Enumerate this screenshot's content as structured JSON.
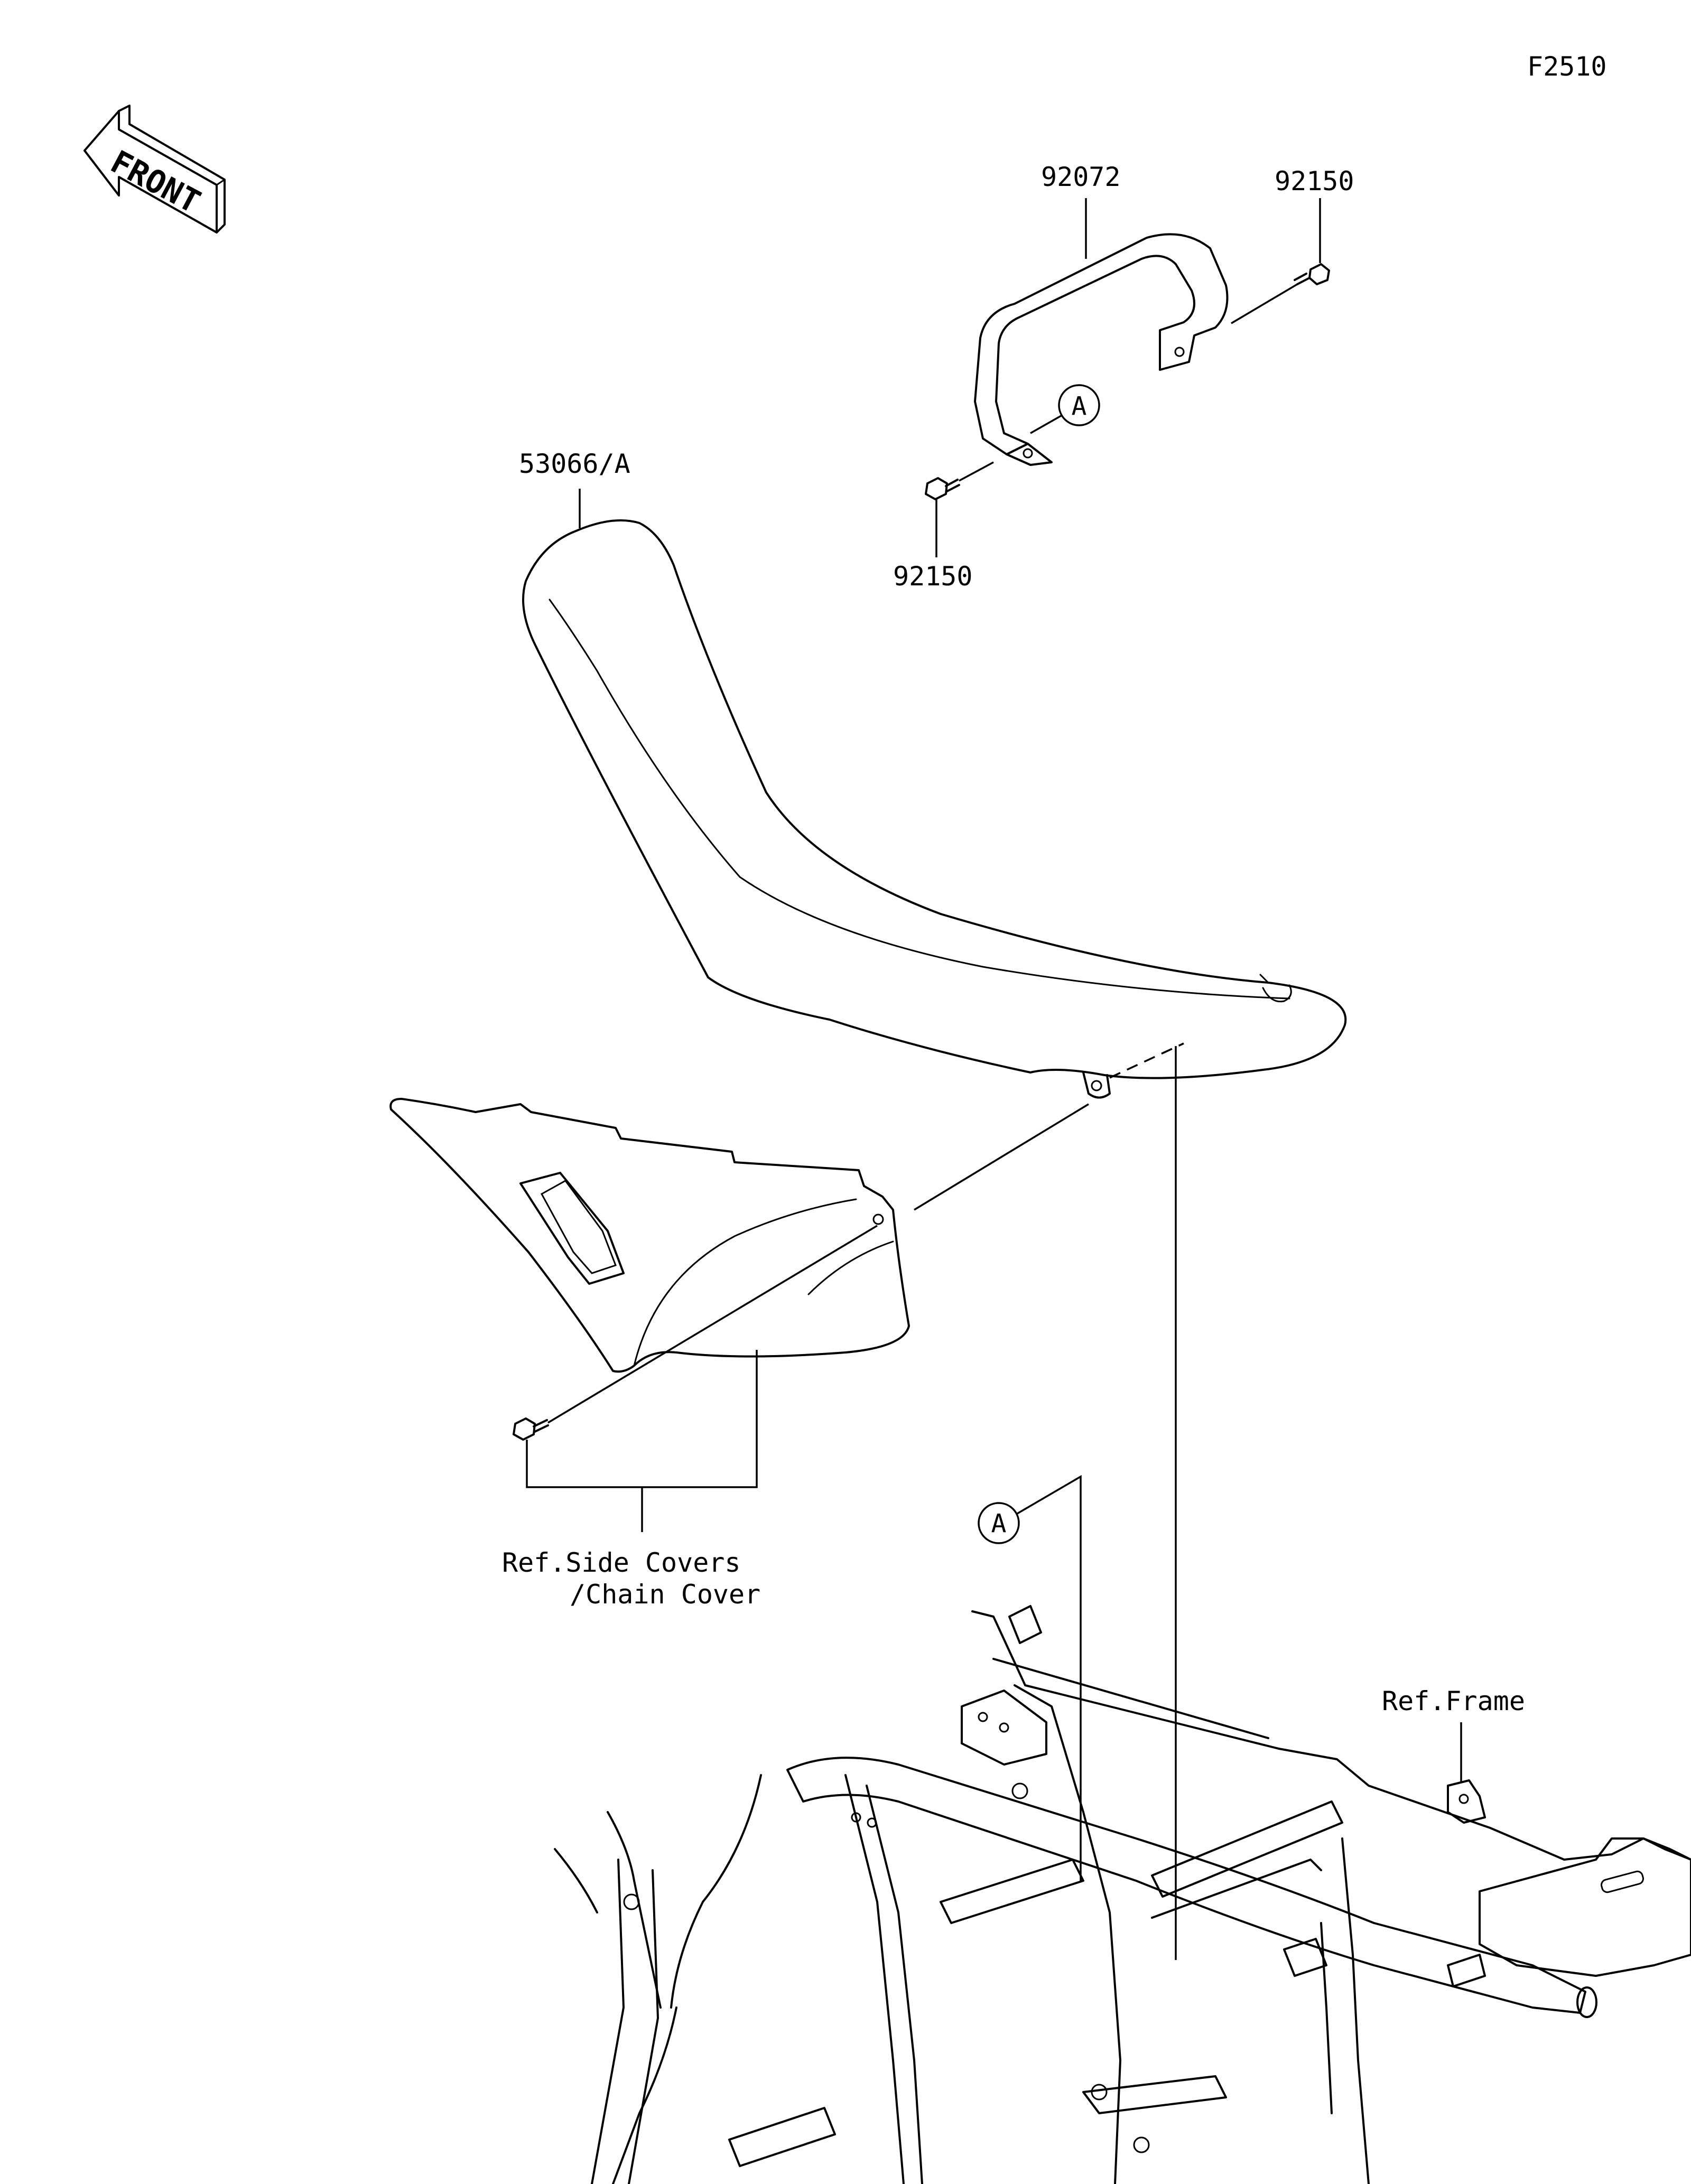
{
  "figure_code": "F2510",
  "front_arrow": {
    "text": "FRONT",
    "icon": "front-direction-arrow-icon"
  },
  "callouts": {
    "seat_part": "53066/A",
    "grab_bar_part": "92072",
    "bolt_right": "92150",
    "bolt_left": "92150",
    "ref_marker_upper": "A",
    "ref_marker_lower": "A"
  },
  "references": {
    "side_covers_line1": "Ref.Side Covers",
    "side_covers_line2": "/Chain Cover",
    "frame": "Ref.Frame"
  }
}
